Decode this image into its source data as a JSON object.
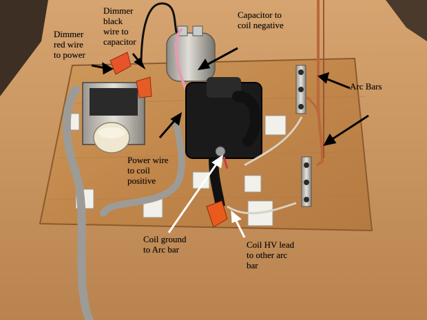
{
  "labels": {
    "dimmer_red": "Dimmer\nred wire\nto power",
    "dimmer_black": "Dimmer\nblack\nwire to\ncapacitor",
    "capacitor": "Capacitor to\ncoil negative",
    "arc_bars": "Arc Bars",
    "power_wire": "Power wire\nto coil\npositive",
    "coil_ground": "Coil ground\nto Arc bar",
    "coil_hv": "Coil HV lead\nto other arc\nbar"
  },
  "colors": {
    "table": "#c9935e",
    "board": "#c48a4e",
    "dark_text": "#050505",
    "light_text": "#ffffff",
    "wall": "#3d2f24"
  }
}
